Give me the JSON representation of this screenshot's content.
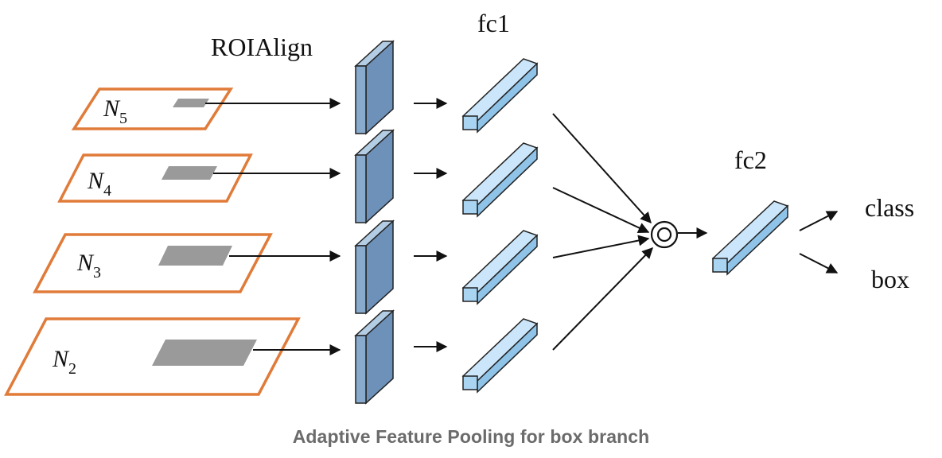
{
  "labels": {
    "roialign": "ROIAlign",
    "fc1": "fc1",
    "fc2": "fc2",
    "class": "class",
    "box": "box"
  },
  "levels": [
    {
      "name": "N",
      "sub": "5"
    },
    {
      "name": "N",
      "sub": "4"
    },
    {
      "name": "N",
      "sub": "3"
    },
    {
      "name": "N",
      "sub": "2"
    }
  ],
  "caption": "Adaptive Feature Pooling for box branch",
  "colors": {
    "level_border": "#e07b39",
    "roi_fill": "#9a9a9a",
    "block_front": "#87aacd",
    "block_side": "#6d91b8",
    "block_top": "#b3cde4",
    "fc_fill": "#a9d4f2",
    "arrow": "#111111"
  },
  "fusion_symbol": "element-wise max (circled dot)"
}
